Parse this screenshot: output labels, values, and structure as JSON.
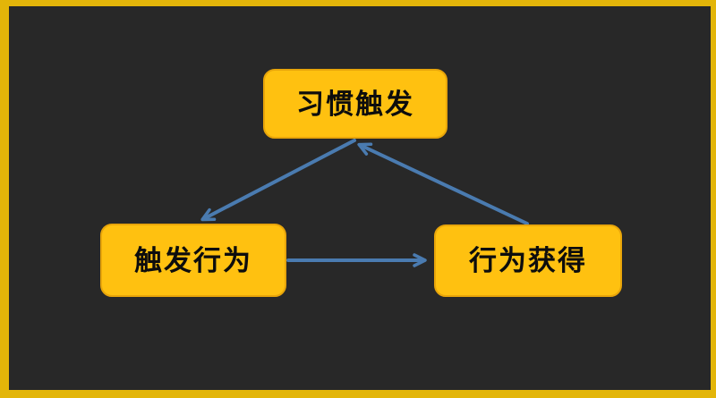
{
  "diagram": {
    "type": "cycle",
    "colors": {
      "frame": "#e3b509",
      "background": "#282828",
      "node_fill": "#ffc110",
      "node_text": "#0d0d0d",
      "arrow": "#4a7bb0"
    },
    "nodes": [
      {
        "id": "habit-trigger",
        "label": "习惯触发"
      },
      {
        "id": "trigger-behavior",
        "label": "触发行为"
      },
      {
        "id": "behavior-acquire",
        "label": "行为获得"
      }
    ],
    "edges": [
      {
        "from": "habit-trigger",
        "to": "trigger-behavior"
      },
      {
        "from": "trigger-behavior",
        "to": "behavior-acquire"
      },
      {
        "from": "behavior-acquire",
        "to": "habit-trigger"
      }
    ]
  }
}
